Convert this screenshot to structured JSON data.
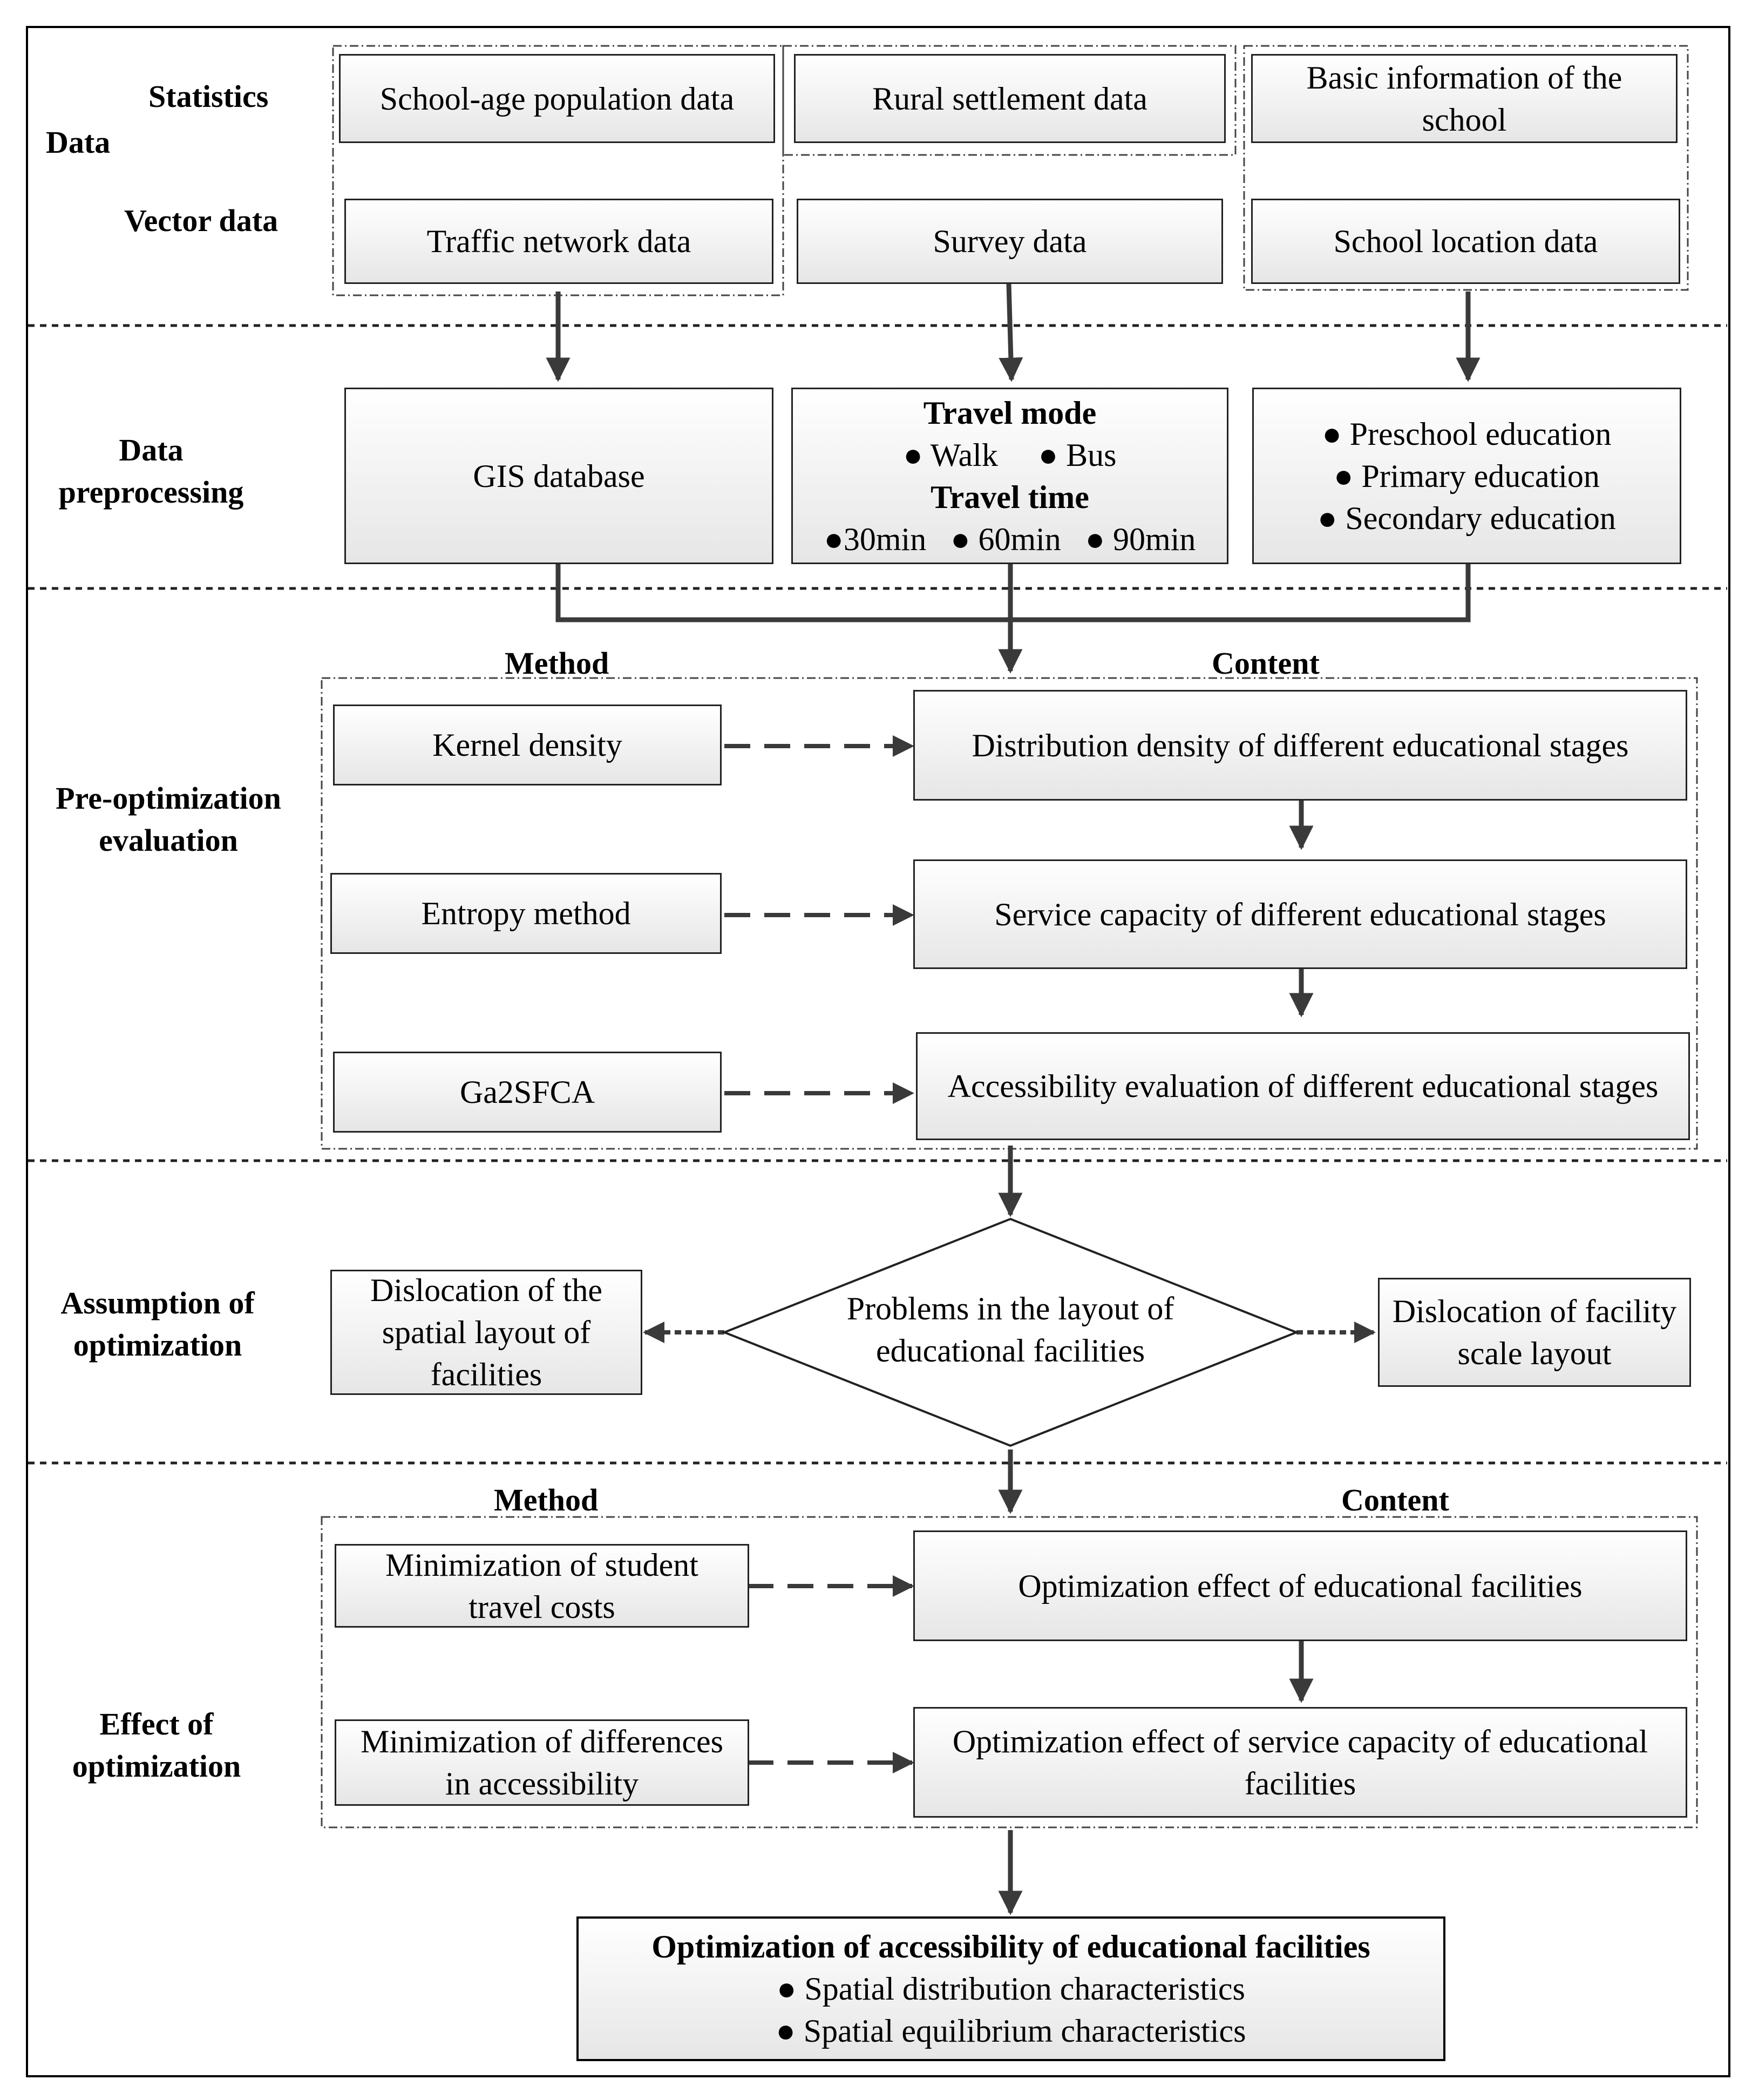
{
  "sections": {
    "data": "Data",
    "statistics": "Statistics",
    "vector": "Vector data",
    "preprocessing": "Data preprocessing",
    "pre_opt": "Pre-optimization evaluation",
    "assumption": "Assumption of optimization",
    "effect": "Effect of optimization"
  },
  "data_row": {
    "school_age": "School-age population data",
    "rural": "Rural settlement data",
    "basic_info": "Basic information of the school",
    "traffic": "Traffic network data",
    "survey": "Survey data",
    "location": "School location data"
  },
  "preprocessing": {
    "gis": "GIS database",
    "travel_mode": "Travel mode",
    "walk": "● Walk",
    "bus": "● Bus",
    "travel_time": "Travel time",
    "t30": "●30min",
    "t60": "● 60min",
    "t90": "● 90min",
    "preschool": "● Preschool education",
    "primary": "● Primary education",
    "secondary": "● Secondary education"
  },
  "pre_eval": {
    "method": "Method",
    "content": "Content",
    "kernel": "Kernel density",
    "entropy": "Entropy method",
    "ga2sfca": "Ga2SFCA",
    "density": "Distribution density of different educational stages",
    "capacity": "Service capacity of different educational stages",
    "access": "Accessibility evaluation of different educational stages"
  },
  "assumption": {
    "problem": "Problems in the layout of educational facilities",
    "spatial": "Dislocation of the spatial layout of facilities",
    "scale": "Dislocation of facility scale layout"
  },
  "effect": {
    "method": "Method",
    "content": "Content",
    "min_travel": "Minimization of student travel costs",
    "min_diff": "Minimization of differences in accessibility",
    "opt_effect": "Optimization effect of educational facilities",
    "opt_capacity": "Optimization effect of service capacity of educational facilities"
  },
  "final": {
    "title": "Optimization of accessibility of educational facilities",
    "item1": "● Spatial distribution characteristics",
    "item2": "● Spatial equilibrium characteristics"
  }
}
